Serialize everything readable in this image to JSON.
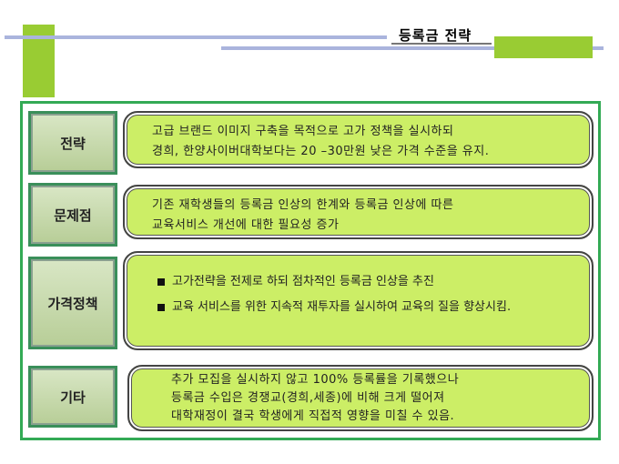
{
  "title": "등록금 전략",
  "colors": {
    "accent_green": "#99cc33",
    "line_blue": "#aab4dd",
    "frame_green": "#33aa55",
    "box_fill": "#ccee66"
  },
  "rows": [
    {
      "label": "전략",
      "lines": [
        "고급 브랜드 이미지 구축을 목적으로 고가 정책을 실시하되",
        "경희, 한양사이버대학보다는 20 –30만원 낮은 가격 수준을 유지."
      ]
    },
    {
      "label": "문제점",
      "lines": [
        "기존 재학생들의 등록금 인상의 한계와 등록금 인상에 따른",
        "교육서비스 개선에 대한 필요성 증가"
      ]
    },
    {
      "label": "가격정책",
      "bullets": [
        "고가전략을 전제로 하되 점차적인 등록금 인상을 추진",
        "교육 서비스를 위한 지속적 재투자를 실시하여 교육의 질을 향상시킴."
      ]
    },
    {
      "label": "기타",
      "lines": [
        "추가 모집을 실시하지 않고 100% 등록률을 기록했으나",
        "등록금 수입은 경쟁교(경희,세종)에 비해 크게 떨어져",
        "대학재정이 결국 학생에게 직접적 영향을 미칠 수 있음."
      ]
    }
  ]
}
